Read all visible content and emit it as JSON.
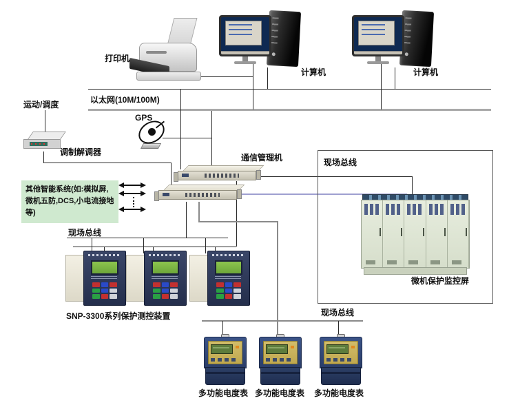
{
  "labels": {
    "printer": "打印机",
    "computer_1": "计算机",
    "computer_2": "计算机",
    "ethernet": "以太网(10M/100M)",
    "dispatch": "运动/调度",
    "modem": "调制解调器",
    "gps": "GPS",
    "comm_manager": "通信管理机",
    "other_systems": "其他智能系统(如:模拟屏,微机五防,DCS,小电流接地等)",
    "field_bus_top": "现场总线",
    "field_bus_right": "现场总线",
    "field_bus_bottom": "现场总线",
    "snp_series": "SNP-3300系列保护测控装置",
    "protection_panel": "微机保护监控屏",
    "meter_1": "多功能电度表",
    "meter_2": "多功能电度表",
    "meter_3": "多功能电度表"
  },
  "colors": {
    "ethernet_backbone_gray": "#a9a9a9",
    "serial_link_purple": "#9fa0d0",
    "fieldbus_gray": "#8a8a8a",
    "other_systems_box_green": "#cfe9cf",
    "snp_screen_green": "#7fba3e",
    "meter_body_blue": "#31497e",
    "meter_face_tan": "#c9b45e"
  }
}
